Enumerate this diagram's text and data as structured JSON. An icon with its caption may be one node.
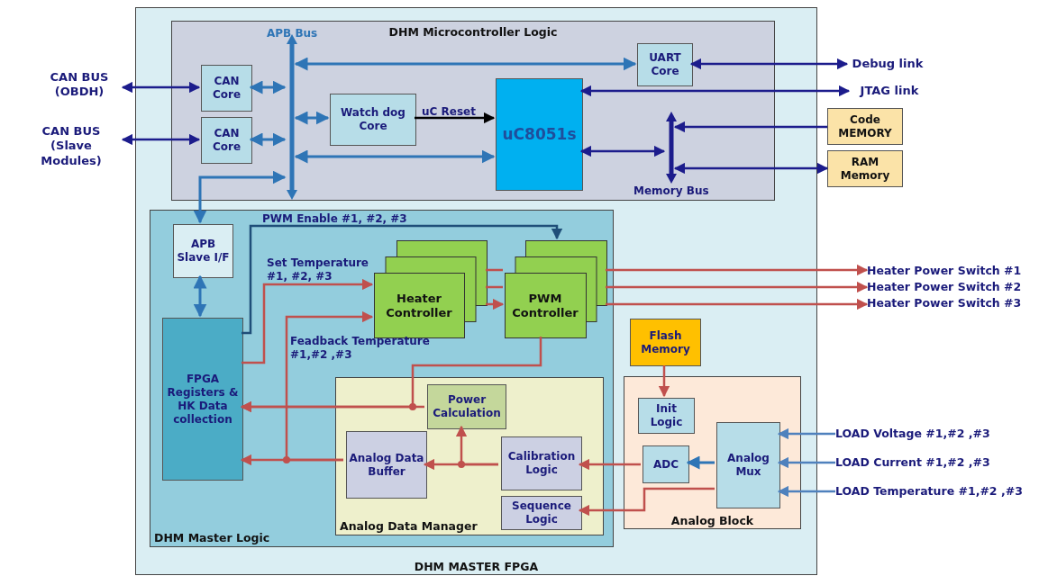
{
  "diagram": {
    "nodes": [
      {
        "text": [
          "DHM MASTER FPGA"
        ]
      },
      {
        "text": [
          "DHM Microcontroller Logic"
        ],
        "in": 0
      },
      {
        "text": [
          "CAN Core"
        ],
        "in": 1
      },
      {
        "text": [
          "CAN Core"
        ],
        "in": 1
      },
      {
        "text": [],
        "shape": "bar",
        "in": 1,
        "beside": [
          "APB Bus"
        ]
      },
      {
        "text": [
          "Watch dog Core"
        ],
        "in": 1
      },
      {
        "text": [
          "UART Core"
        ],
        "in": 1
      },
      {
        "text": [
          "uC8051s"
        ],
        "in": 1
      },
      {
        "text": [],
        "shape": "bar",
        "in": 1,
        "beside": [
          "Memory Bus"
        ]
      },
      {
        "text": [
          "Code MEMORY"
        ]
      },
      {
        "text": [
          "RAM Memory"
        ]
      },
      {
        "text": [
          "CAN BUS (OBDH)"
        ]
      },
      {
        "text": [
          "CAN BUS (Slave Modules)"
        ]
      },
      {
        "text": [
          "Debug link"
        ]
      },
      {
        "text": [
          "JTAG link"
        ]
      },
      {
        "text": [
          "DHM Master Logic"
        ],
        "in": 0
      },
      {
        "text": [
          "APB Slave I/F"
        ],
        "in": 15
      },
      {
        "text": [
          "FPGA Registers & HK Data collection"
        ],
        "in": 15
      },
      {
        "text": [
          "Heater Controller"
        ],
        "in": 15
      },
      {
        "text": [
          "PWM Controller"
        ],
        "in": 15
      },
      {
        "text": [
          "Analog Data Manager"
        ],
        "in": 15
      },
      {
        "text": [
          "Power Calculation"
        ],
        "in": 20
      },
      {
        "text": [
          "Analog Data Buffer"
        ],
        "in": 20
      },
      {
        "text": [
          "Calibration Logic"
        ],
        "in": 20
      },
      {
        "text": [
          "Sequence Logic"
        ],
        "in": 20
      },
      {
        "text": [
          "Flash Memory"
        ],
        "in": 0
      },
      {
        "text": [
          "Analog Block"
        ],
        "in": 0
      },
      {
        "text": [
          "Init Logic"
        ],
        "in": 26
      },
      {
        "text": [
          "ADC"
        ],
        "in": 26
      },
      {
        "text": [
          "Analog Mux"
        ],
        "in": 26
      },
      {
        "text": [
          "Heater Power Switch #1"
        ]
      },
      {
        "text": [
          "Heater Power Switch #2"
        ]
      },
      {
        "text": [
          "Heater Power Switch #3"
        ]
      },
      {
        "text": [
          "LOAD Voltage #1,#2 ,#3"
        ]
      },
      {
        "text": [
          "LOAD Current #1,#2 ,#3"
        ]
      },
      {
        "text": [
          "LOAD Temperature #1,#2 ,#3"
        ]
      }
    ],
    "edges": [
      {
        "from": 11,
        "to": 2,
        "arrow": "both",
        "color": "#1c1c8c"
      },
      {
        "from": 12,
        "to": 3,
        "arrow": "both",
        "color": "#1c1c8c"
      },
      {
        "from": 2,
        "to": 4,
        "arrow": "both",
        "color": "#2e75b6"
      },
      {
        "from": 3,
        "to": 4,
        "arrow": "both",
        "color": "#2e75b6"
      },
      {
        "from": 4,
        "to": 5,
        "arrow": "both",
        "color": "#2e75b6"
      },
      {
        "from": 4,
        "to": 6,
        "arrow": "both",
        "color": "#2e75b6"
      },
      {
        "from": 4,
        "to": 7,
        "arrow": "both",
        "color": "#2e75b6"
      },
      {
        "from": 16,
        "to": 4,
        "arrow": "both",
        "color": "#2e75b6"
      },
      {
        "from": 5,
        "to": 7,
        "arrow": "to",
        "label": "uC Reset",
        "color": "#000000"
      },
      {
        "from": 6,
        "to": 13,
        "arrow": "both",
        "color": "#1c1c8c"
      },
      {
        "from": 7,
        "to": 14,
        "arrow": "both",
        "color": "#1c1c8c"
      },
      {
        "from": 7,
        "to": 8,
        "arrow": "both",
        "color": "#1c1c8c"
      },
      {
        "from": 9,
        "to": 8,
        "arrow": "to",
        "color": "#1c1c8c"
      },
      {
        "from": 8,
        "to": 10,
        "arrow": "both",
        "color": "#1c1c8c"
      },
      {
        "from": 16,
        "to": 17,
        "arrow": "both",
        "color": "#2e75b6"
      },
      {
        "from": 17,
        "to": 19,
        "arrow": "to",
        "label": "PWM Enable #1, #2, #3",
        "color": "#1f4e79"
      },
      {
        "from": 17,
        "to": 18,
        "arrow": "to",
        "label": "Set Temperature #1, #2, #3"
      },
      {
        "from": 22,
        "to": 18,
        "arrow": "to",
        "label": "Feadback Temperature #1,#2 ,#3"
      },
      {
        "from": 22,
        "to": 17,
        "arrow": "to"
      },
      {
        "from": 21,
        "to": 17,
        "arrow": "to"
      },
      {
        "from": 19,
        "to": 17,
        "arrow": "to"
      },
      {
        "from": 23,
        "to": 22,
        "arrow": "to"
      },
      {
        "from": 23,
        "to": 21,
        "arrow": "to"
      },
      {
        "from": 28,
        "to": 23,
        "arrow": "to"
      },
      {
        "from": 29,
        "to": 24,
        "arrow": "to"
      },
      {
        "from": 25,
        "to": 27,
        "arrow": "to"
      },
      {
        "from": 29,
        "to": 28,
        "arrow": "to",
        "color": "#2e75b6"
      },
      {
        "from": 33,
        "to": 29,
        "arrow": "to",
        "color": "#4f81bd"
      },
      {
        "from": 34,
        "to": 29,
        "arrow": "to",
        "color": "#4f81bd"
      },
      {
        "from": 35,
        "to": 29,
        "arrow": "to",
        "color": "#4f81bd"
      },
      {
        "from": 18,
        "to": 19,
        "arrow": "to"
      },
      {
        "from": 18,
        "to": 19,
        "arrow": "none"
      },
      {
        "from": 18,
        "to": 19,
        "arrow": "none"
      },
      {
        "from": 19,
        "to": 30,
        "arrow": "to"
      },
      {
        "from": 19,
        "to": 31,
        "arrow": "to"
      },
      {
        "from": 19,
        "to": 32,
        "arrow": "to"
      }
    ]
  }
}
